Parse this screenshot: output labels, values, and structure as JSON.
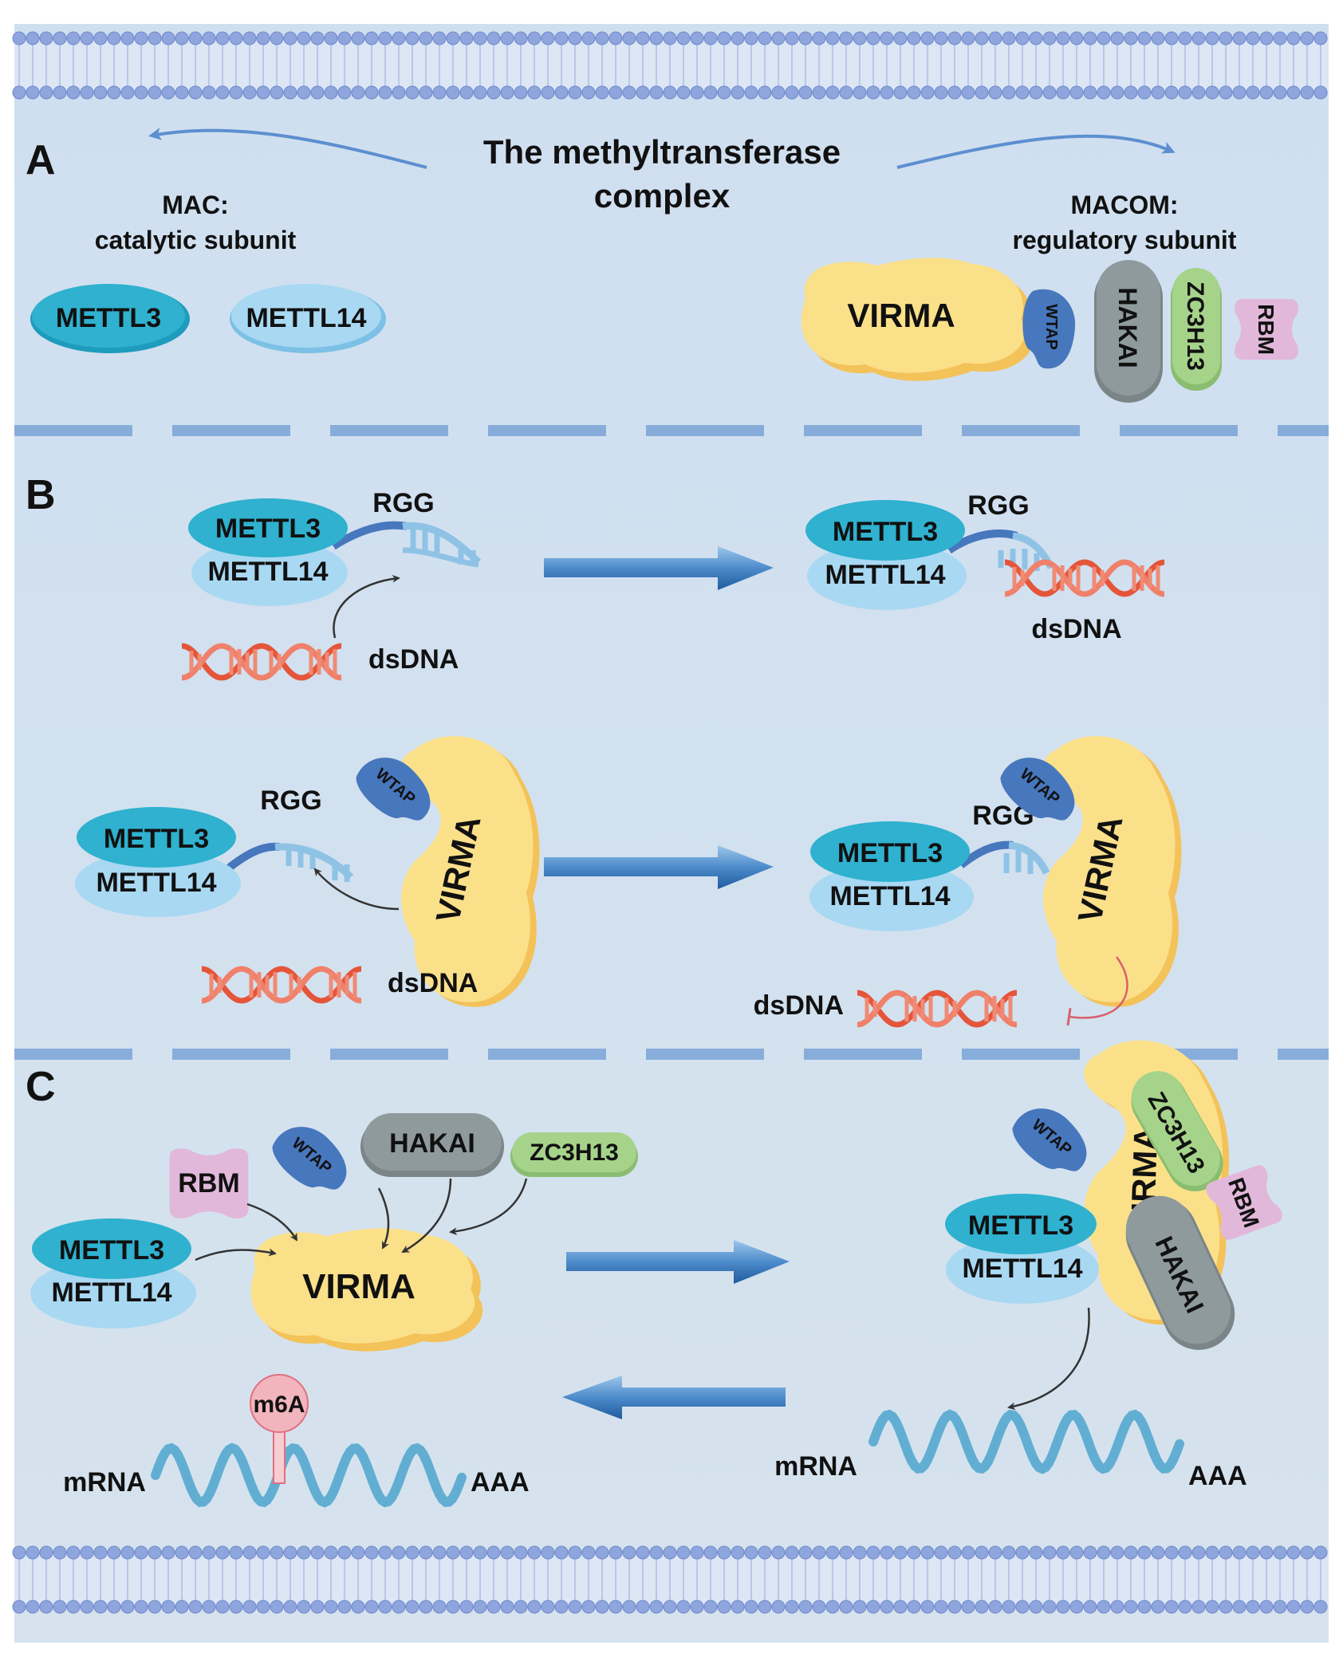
{
  "colors": {
    "background": "#d3e2ef",
    "membrane_head": "#8ea6dd",
    "separator": "#79a3d6",
    "mettl3": "#2fb1cf",
    "mettl14": "#a9d8f2",
    "virma": "#fbe08a",
    "wtap": "#4777bd",
    "hakai": "#8f9a9d",
    "zc3h13": "#a6d38a",
    "rbm": "#e1b8da",
    "dsdna": "#e5553a",
    "rna": "#62aed3",
    "m6a": "#f2b5bd"
  },
  "panels": {
    "a": "A",
    "b": "B",
    "c": "C"
  },
  "panel_a": {
    "title_line1": "The methyltransferase",
    "title_line2": "complex",
    "mac_line1": "MAC:",
    "mac_line2": "catalytic subunit",
    "macom_line1": "MACOM:",
    "macom_line2": "regulatory subunit"
  },
  "proteins": {
    "mettl3": "METTL3",
    "mettl14": "METTL14",
    "virma": "VIRMA",
    "wtap": "WTAP",
    "hakai": "HAKAI",
    "zc3h13": "ZC3H13",
    "rbm": "RBM"
  },
  "labels": {
    "rgg": "RGG",
    "dsdna": "dsDNA",
    "mrna": "mRNA",
    "aaa": "AAA",
    "m6a": "m6A"
  },
  "icons": [
    "membrane-top",
    "membrane-bottom",
    "flow-arrow",
    "curved-arrow",
    "inhibition-arrow",
    "dna-helix",
    "rna-wave",
    "m6a-pin"
  ]
}
